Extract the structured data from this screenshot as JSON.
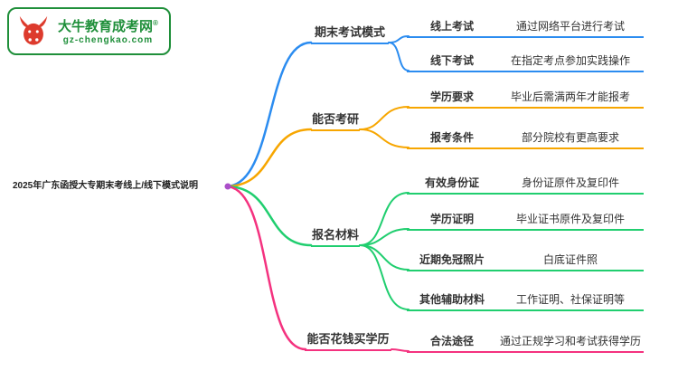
{
  "logo": {
    "brand": "大牛教育成考网",
    "reg": "®",
    "domain": "gz-chengkao.com"
  },
  "root": {
    "title": "2025年广东函授大专期末考线上/线下模式说明"
  },
  "colors": {
    "blue": "#2b8cf0",
    "orange": "#f7a600",
    "green": "#20ce6f",
    "pink": "#f4327f",
    "brand_green": "#1f8f3a",
    "logo_red": "#dd3b2d",
    "root_dot_purple": "#ab4fc9"
  },
  "branches": [
    {
      "label": "期末考试模式",
      "color": "#2b8cf0",
      "children": [
        {
          "label": "线上考试",
          "desc": "通过网络平台进行考试"
        },
        {
          "label": "线下考试",
          "desc": "在指定考点参加实践操作"
        }
      ]
    },
    {
      "label": "能否考研",
      "color": "#f7a600",
      "children": [
        {
          "label": "学历要求",
          "desc": "毕业后需满两年才能报考"
        },
        {
          "label": "报考条件",
          "desc": "部分院校有更高要求"
        }
      ]
    },
    {
      "label": "报名材料",
      "color": "#20ce6f",
      "children": [
        {
          "label": "有效身份证",
          "desc": "身份证原件及复印件"
        },
        {
          "label": "学历证明",
          "desc": "毕业证书原件及复印件"
        },
        {
          "label": "近期免冠照片",
          "desc": "白底证件照"
        },
        {
          "label": "其他辅助材料",
          "desc": "工作证明、社保证明等"
        }
      ]
    },
    {
      "label": "能否花钱买学历",
      "color": "#f4327f",
      "children": [
        {
          "label": "合法途径",
          "desc": "通过正规学习和考试获得学历"
        }
      ]
    }
  ]
}
